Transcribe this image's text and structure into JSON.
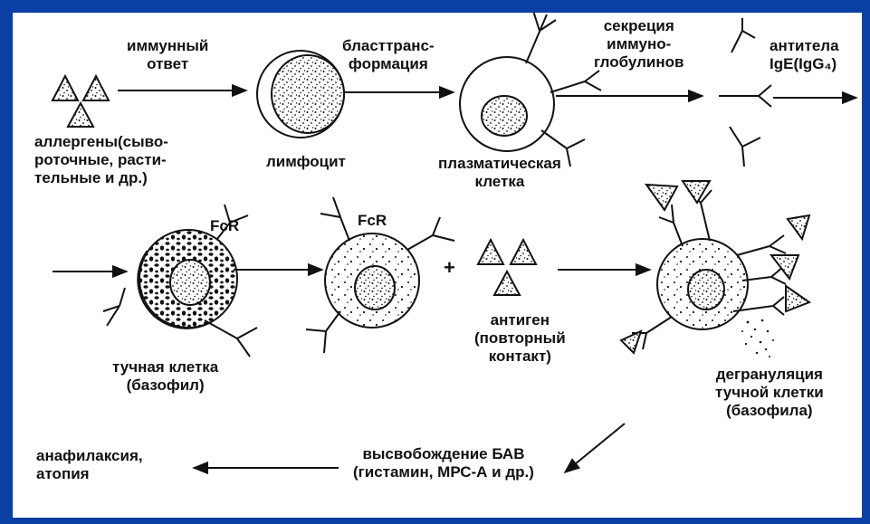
{
  "colors": {
    "border": "#0a3fa3",
    "ink": "#111111",
    "background": "#ffffff"
  },
  "labels": {
    "immune_response": "иммунный\nответ",
    "allergens": "аллергены(сыво-\nроточные, расти-\nтельные и др.)",
    "lymphocyte": "лимфоцит",
    "blast_transformation": "бласттранс-\nформация",
    "plasma_cell": "плазматическая\nклетка",
    "immunoglobulin_secretion": "секреция\nиммуно-\nглобулинов",
    "antibodies": "антитела\nIgE(IgG₄)",
    "fcr_1": "FcR",
    "fcr_2": "FcR",
    "mast_cell": "тучная клетка\n(базофил)",
    "antigen": "антиген\n(повторный\nконтакт)",
    "degranulation": "дегрануляция\nтучной клетки\n(базофила)",
    "bav_release": "высвобождение БАВ\n(гистамин, МРС-А и др.)",
    "anaphylaxis": "анафилаксия,\nатопия",
    "plus": "+"
  }
}
